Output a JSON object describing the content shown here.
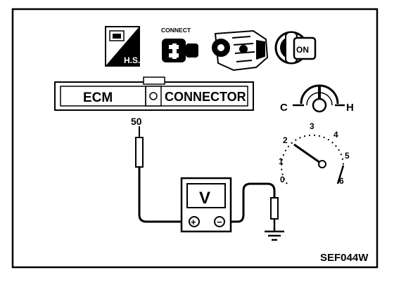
{
  "icons": [
    {
      "name": "hot-soak-icon",
      "label": "H.S."
    },
    {
      "name": "connect-icon",
      "label": "CONNECT"
    },
    {
      "name": "engine-icon",
      "label": ""
    },
    {
      "name": "ignition-key-icon",
      "label": "ON"
    }
  ],
  "connector": {
    "left_label": "ECM",
    "right_label": "CONNECTOR",
    "terminal": "50"
  },
  "temperature_gauge": {
    "cold_label": "C",
    "hot_label": "H"
  },
  "tachometer": {
    "ticks": [
      "0",
      "1",
      "2",
      "3",
      "4",
      "5",
      "6"
    ]
  },
  "voltmeter": {
    "label": "V",
    "positive": "+",
    "negative": "−"
  },
  "figure_code": "SEF044W"
}
